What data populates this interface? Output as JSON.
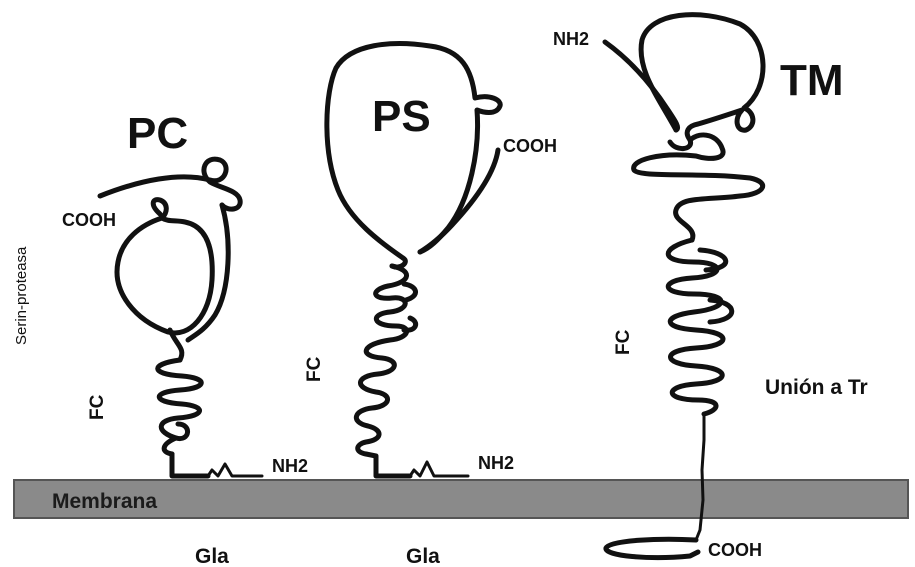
{
  "labels": {
    "pc": "PC",
    "ps": "PS",
    "tm": "TM",
    "pc_cooh": "COOH",
    "ps_cooh": "COOH",
    "tm_nh2": "NH2",
    "pc_nh2": "NH2",
    "ps_nh2": "NH2",
    "tm_cooh": "COOH",
    "pc_fc": "FC",
    "ps_fc": "FC",
    "tm_fc": "FC",
    "serin_proteasa": "Serin-proteasa",
    "union_tr": "Unión a Tr",
    "membrana": "Membrana",
    "pc_gla": "Gla",
    "ps_gla": "Gla"
  },
  "colors": {
    "membrane_fill": "#8a8a8a",
    "membrane_border": "#555555",
    "stroke": "#111111",
    "background": "#ffffff"
  }
}
